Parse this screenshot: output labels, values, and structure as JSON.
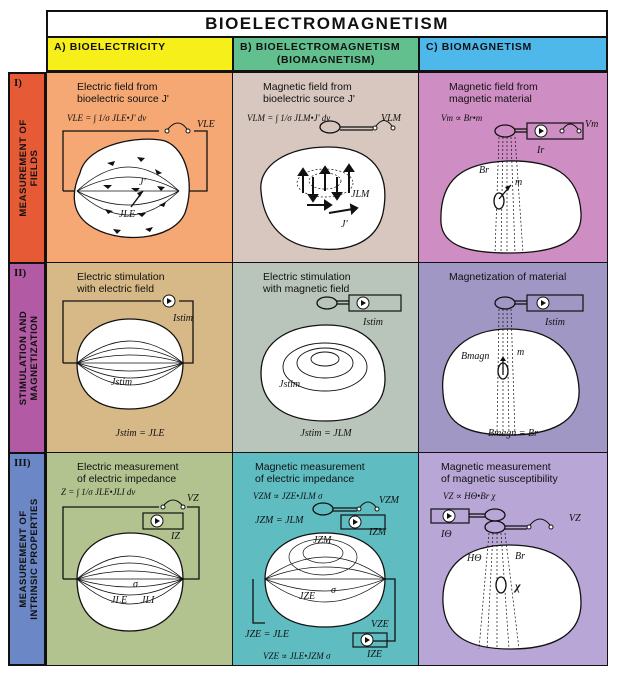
{
  "title": "BIOELECTROMAGNETISM",
  "columns": [
    {
      "label": "A) BIOELECTRICITY",
      "sub": "",
      "color": "#f7ef1a"
    },
    {
      "label": "B) BIOELECTROMAGNETISM",
      "sub": "(BIOMAGNETISM)",
      "color": "#62c08f"
    },
    {
      "label": "C) BIOMAGNETISM",
      "sub": "",
      "color": "#4fb8ea"
    }
  ],
  "rows": [
    {
      "num": "I)",
      "label_1": "MEASUREMENT OF",
      "label_2": "FIELDS",
      "color": "#e75a36"
    },
    {
      "num": "II)",
      "label_1": "STIMULATION AND",
      "label_2": "MAGNETIZATION",
      "color": "#b25aa3"
    },
    {
      "num": "III)",
      "label_1": "MEASUREMENT OF",
      "label_2": "INTRINSIC PROPERTIES",
      "color": "#6c87c6"
    }
  ],
  "cells": {
    "r1a": {
      "text_1": "Electric field from",
      "text_2": "bioelectric source J'",
      "eq": "VLE = ∫ 1/σ JLE•J' dv",
      "lbl_v": "VLE",
      "lbl_jp": "J'",
      "lbl_j": "JLE",
      "bg": "#f5a874"
    },
    "r1b": {
      "text_1": "Magnetic field from",
      "text_2": "bioelectric source J'",
      "eq": "VLM = ∫ 1/σ JLM•J' dv",
      "lbl_v": "VLM",
      "lbl_jp": "J'",
      "lbl_j": "JLM",
      "bg": "#d7c7bf"
    },
    "r1c": {
      "text_1": "Magnetic field from",
      "text_2": "magnetic material",
      "eq": "Vm ∝ Br•m",
      "lbl_v": "Vm",
      "lbl_i": "Ir",
      "lbl_b": "Br",
      "lbl_m": "m",
      "bg": "#cf8ec3"
    },
    "r2a": {
      "text_1": "Electric stimulation",
      "text_2": "with electric field",
      "lbl_i": "Istim",
      "lbl_j": "Jstim",
      "eq": "Jstim = JLE",
      "bg": "#d7b987"
    },
    "r2b": {
      "text_1": "Electric stimulation",
      "text_2": "with magnetic field",
      "lbl_i": "Istim",
      "lbl_j": "Jstim",
      "eq": "Jstim = JLM",
      "bg": "#b9c5bb"
    },
    "r2c": {
      "text_1": "Magnetization of material",
      "text_2": "",
      "lbl_i": "Istim",
      "lbl_b": "Bmagn",
      "lbl_m": "m",
      "eq": "Bmagn = Br",
      "bg": "#a197c5"
    },
    "r3a": {
      "text_1": "Electric measurement",
      "text_2": "of electric impedance",
      "eq": "Z = ∫ 1/σ JLE•JLI dv",
      "lbl_v": "VZ",
      "lbl_i": "IZ",
      "lbl_s": "σ",
      "lbl_j1": "JLE",
      "lbl_j2": "JLI",
      "bg": "#b2c38f"
    },
    "r3b": {
      "text_1": "Magnetic measurement",
      "text_2": "of electric impedance",
      "eq": "VZM ∝ JZE•JLM σ",
      "lbl_v": "VZM",
      "lbl_i": "IZM",
      "lbl_j1": "JZM = JLM",
      "lbl_j2": "JZE = JLE",
      "lbl_v2": "VZE",
      "lbl_i2": "IZE",
      "lbl_s": "σ",
      "lbl_jzm": "JZM",
      "lbl_jze": "JZE",
      "eq2": "VZE ∝ JLE•JZM σ",
      "bg": "#5fbdc2"
    },
    "r3c": {
      "text_1": "Magnetic measurement",
      "text_2": "of magnetic susceptibility",
      "eq": "VZ ∝ HΘ•Br χ",
      "lbl_v": "VZ",
      "lbl_i": "IΘ",
      "lbl_h": "HΘ",
      "lbl_b": "Br",
      "lbl_x": "χ",
      "bg": "#b7a6d6"
    }
  }
}
